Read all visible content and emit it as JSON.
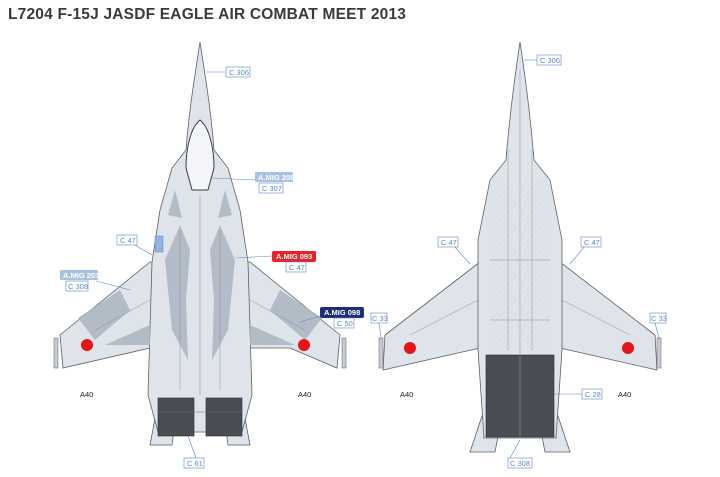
{
  "title": "L7204 F-15J JASDF EAGLE AIR COMBAT MEET 2013",
  "colors": {
    "paint_code_blue": "#5b87c9",
    "underside_grey": "#dfe4ea",
    "camo_grey": "#a9b6c2",
    "hinomaru_red": "#e8141a",
    "ammo_red": "#e8232a",
    "ammo_dark_blue": "#1e2f7a",
    "ammo_light_blue": "#a9c1e2",
    "engine_dark": "#4a4e54"
  },
  "top_view": {
    "paint_refs": {
      "nose": "C 306",
      "canopy_amig": "A.MIG 208",
      "canopy": "C 307",
      "intake": "C 47",
      "wing_amig": "A.MIG 203",
      "wing": "C 308",
      "red_amig": "A.MIG 093",
      "red_amig_c": "C 47",
      "blue_amig": "A.MIG 098",
      "blue_amig_c": "C 50",
      "tail": "C 61"
    },
    "decal_left": "A40",
    "decal_right": "A40"
  },
  "bottom_view": {
    "paint_refs": {
      "nose": "C 306",
      "intake_left": "C 47",
      "intake_right": "C 47",
      "wingtip_left": "C 33",
      "wingtip_right": "C 33",
      "engine": "C 28",
      "tail": "C 308"
    },
    "decal_left": "A40",
    "decal_right": "A40"
  }
}
